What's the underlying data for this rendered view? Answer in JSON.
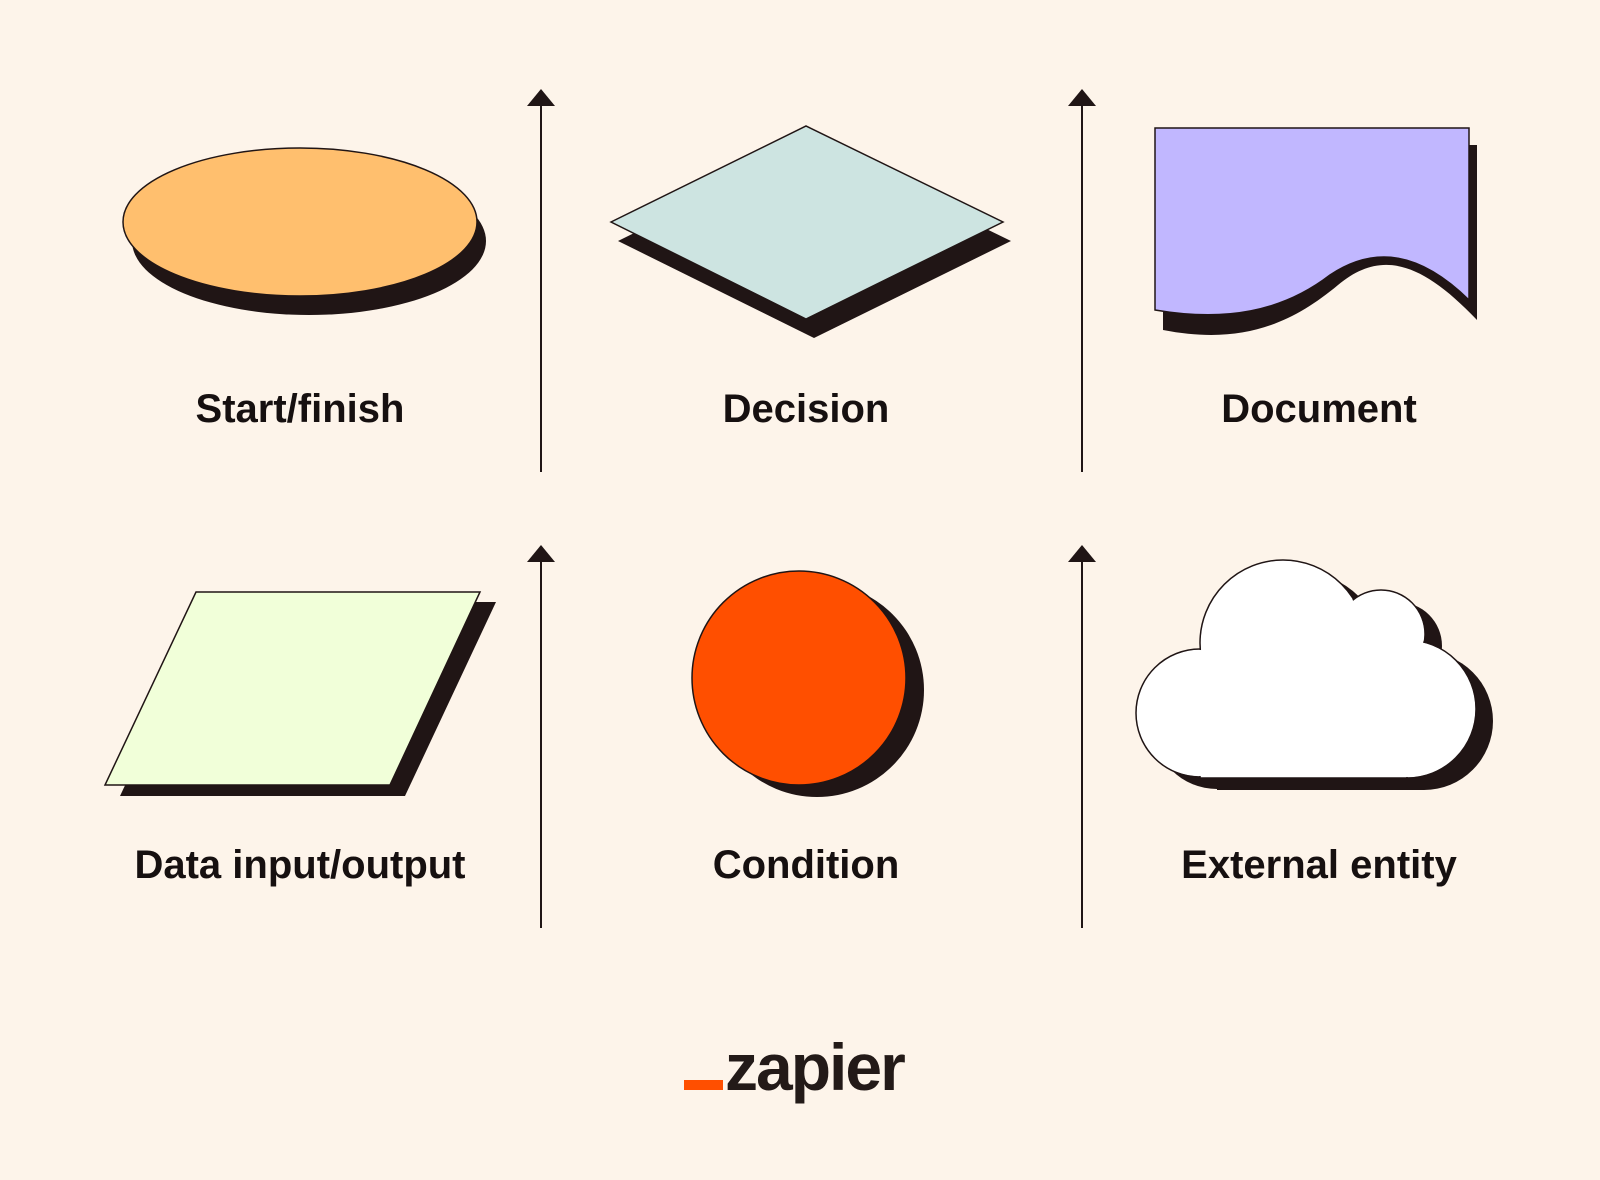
{
  "labels": {
    "start_finish": "Start/finish",
    "decision": "Decision",
    "document": "Document",
    "data_io": "Data input/output",
    "condition": "Condition",
    "external_entity": "External entity"
  },
  "logo": {
    "text": "zapier"
  },
  "colors": {
    "background": "#FDF4EA",
    "shadow": "#201515",
    "start_finish": "#FFBF6E",
    "decision": "#CDE4E1",
    "document": "#C1B7FF",
    "data_io": "#F1FFD9",
    "condition": "#FF4F00",
    "external_entity": "#FFFFFF",
    "logo_accent": "#FF4F00"
  }
}
